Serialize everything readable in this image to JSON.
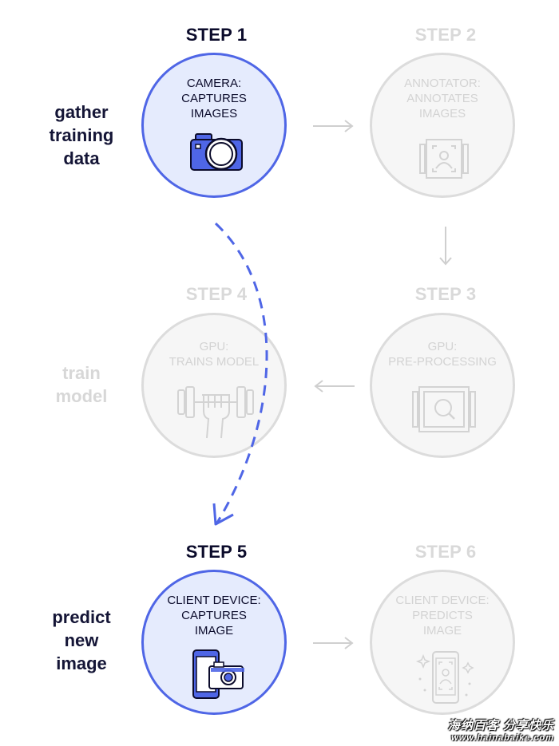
{
  "steps": [
    {
      "title": "STEP 1",
      "text": "CAMERA:\nCAPTURES\nIMAGES",
      "icon": "camera-icon",
      "state": "active"
    },
    {
      "title": "STEP 2",
      "text": "ANNOTATOR:\nANNOTATES\nIMAGES",
      "icon": "annotate-frame-icon",
      "state": "inactive"
    },
    {
      "title": "STEP 3",
      "text": "GPU:\nPRE-PROCESSING",
      "icon": "magnify-frame-icon",
      "state": "inactive"
    },
    {
      "title": "STEP 4",
      "text": "GPU:\nTRAINS MODEL",
      "icon": "dumbbell-icon",
      "state": "inactive"
    },
    {
      "title": "STEP 5",
      "text": "CLIENT DEVICE:\nCAPTURES\nIMAGE",
      "icon": "phone-camera-icon",
      "state": "active"
    },
    {
      "title": "STEP 6",
      "text": "CLIENT DEVICE:\nPREDICTS\nIMAGE",
      "icon": "phone-predict-icon",
      "state": "inactive"
    }
  ],
  "side_labels": {
    "gather": "gather\ntraining\ndata",
    "train": "train\nmodel",
    "predict": "predict\nnew\nimage"
  },
  "colors": {
    "accent": "#4f66e6",
    "active_fill": "#e5ebfd",
    "dark_text": "#0b0b2b",
    "inactive": "#d9d9d9"
  },
  "watermark": {
    "line1": "海纳百客 分享快乐",
    "line2": "www.hainabaike.com"
  }
}
